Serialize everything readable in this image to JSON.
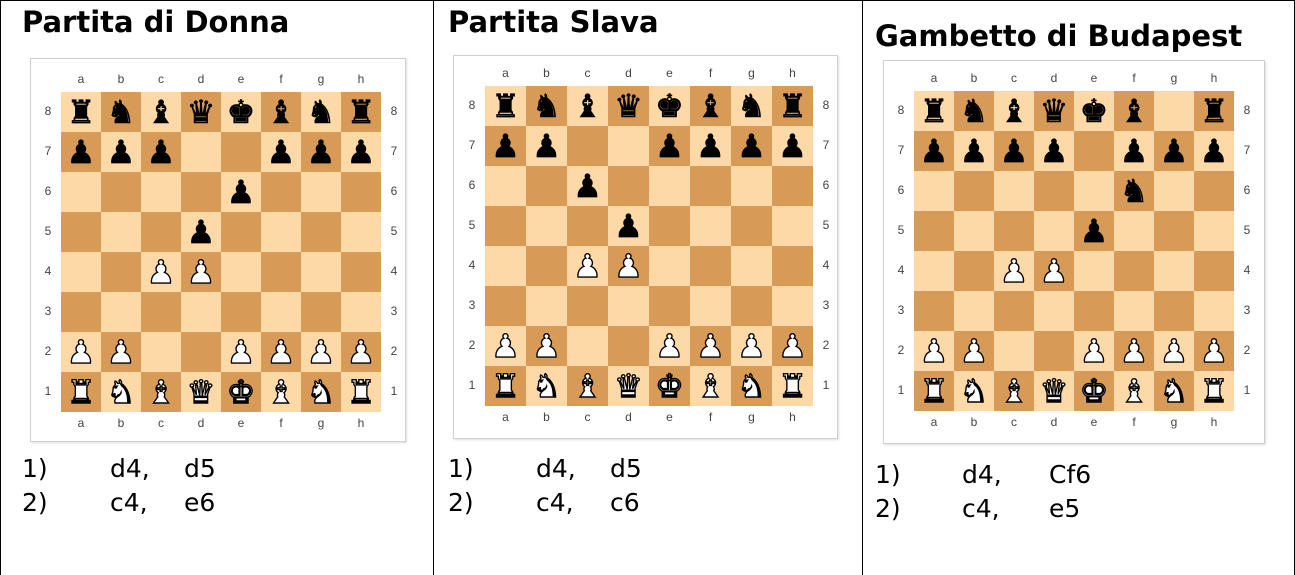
{
  "panels": [
    {
      "title": "Partita di Donna",
      "board": [
        "rnbqkbnr",
        "ppp..ppp",
        "....p...",
        "...p....",
        "..PP....",
        "........",
        "PP..PPPP",
        "RNBQKBNR"
      ],
      "moves": [
        {
          "num": "1)",
          "white": "d4,",
          "black": "d5"
        },
        {
          "num": "2)",
          "white": "c4,",
          "black": "e6"
        }
      ]
    },
    {
      "title": "Partita Slava",
      "board": [
        "rnbqkbnr",
        "pp..pppp",
        "..p.....",
        "...p....",
        "..PP....",
        "........",
        "PP..PPPP",
        "RNBQKBNR"
      ],
      "moves": [
        {
          "num": "1)",
          "white": "d4,",
          "black": "d5"
        },
        {
          "num": "2)",
          "white": "c4,",
          "black": "c6"
        }
      ]
    },
    {
      "title": "Gambetto di Budapest",
      "board": [
        "rnbqkb.r",
        "pppp.ppp",
        ".....n..",
        "....p...",
        "..PP....",
        "........",
        "PP..PPPP",
        "RNBQKBNR"
      ],
      "moves": [
        {
          "num": "1)",
          "white": "d4,",
          "black": "Cf6"
        },
        {
          "num": "2)",
          "white": "c4,",
          "black": "e5"
        }
      ]
    }
  ],
  "files": [
    "a",
    "b",
    "c",
    "d",
    "e",
    "f",
    "g",
    "h"
  ],
  "ranks": [
    "8",
    "7",
    "6",
    "5",
    "4",
    "3",
    "2",
    "1"
  ],
  "colors": {
    "light_square": "#fcd9a7",
    "dark_square": "#d79a57"
  }
}
